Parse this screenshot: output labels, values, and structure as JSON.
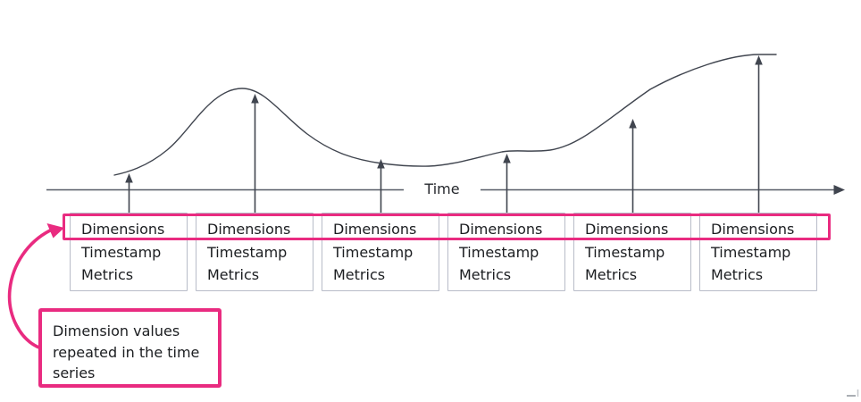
{
  "diagram": {
    "axis": {
      "label": "Time"
    },
    "records": [
      {
        "fields": [
          "Dimensions",
          "Timestamp",
          "Metrics"
        ]
      },
      {
        "fields": [
          "Dimensions",
          "Timestamp",
          "Metrics"
        ]
      },
      {
        "fields": [
          "Dimensions",
          "Timestamp",
          "Metrics"
        ]
      },
      {
        "fields": [
          "Dimensions",
          "Timestamp",
          "Metrics"
        ]
      },
      {
        "fields": [
          "Dimensions",
          "Timestamp",
          "Metrics"
        ]
      },
      {
        "fields": [
          "Dimensions",
          "Timestamp",
          "Metrics"
        ]
      }
    ],
    "callout": {
      "text": "Dimension values repeated in the time series"
    },
    "colors": {
      "accent_pink": "#e92b80",
      "stroke_dark": "#40454f",
      "box_border": "#b8bcc8",
      "text": "#1b1d20"
    }
  }
}
